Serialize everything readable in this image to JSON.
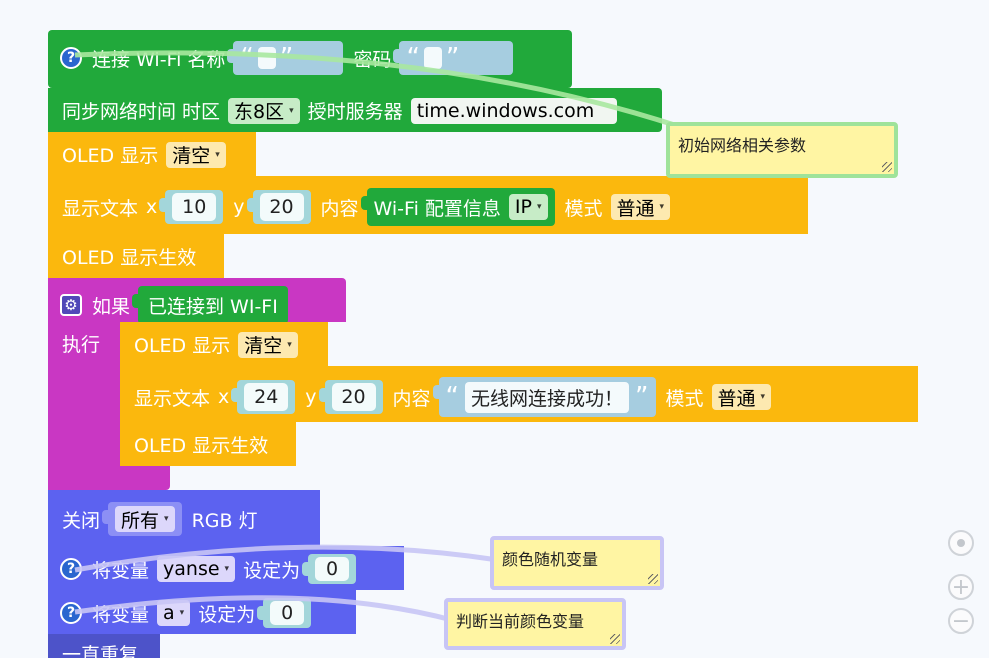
{
  "wifi": {
    "label": "连接 Wi-Fi 名称",
    "ssid_open": "“",
    "ssid_close": "”",
    "password_label": "密码",
    "pwd_open": "“",
    "pwd_close": "”"
  },
  "ntp": {
    "label": "同步网络时间 时区",
    "timezone": "东8区",
    "server_label": "授时服务器",
    "server": "time.windows.com"
  },
  "oled_clear_1": {
    "label": "OLED 显示",
    "mode": "清空"
  },
  "text_1": {
    "label": "显示文本",
    "x_label": "x",
    "x": "10",
    "y_label": "y",
    "y": "20",
    "content_label": "内容",
    "wifi_info": "Wi-Fi 配置信息",
    "info_type": "IP",
    "mode_label": "模式",
    "mode": "普通"
  },
  "oled_show_1": {
    "label": "OLED 显示生效"
  },
  "if_block": {
    "if_label": "如果",
    "condition": "已连接到 WI-FI",
    "do_label": "执行"
  },
  "oled_clear_2": {
    "label": "OLED 显示",
    "mode": "清空"
  },
  "text_2": {
    "label": "显示文本",
    "x_label": "x",
    "x": "24",
    "y_label": "y",
    "y": "20",
    "content_label": "内容",
    "quote_open": "“",
    "text": "无线网连接成功！",
    "quote_close": "”",
    "mode_label": "模式",
    "mode": "普通"
  },
  "oled_show_2": {
    "label": "OLED 显示生效"
  },
  "rgb": {
    "label": "关闭",
    "target": "所有",
    "suffix": "RGB 灯"
  },
  "var1": {
    "label": "将变量",
    "name": "yanse",
    "set_label": "设定为",
    "value": "0"
  },
  "var2": {
    "label": "将变量",
    "name": "a",
    "set_label": "设定为",
    "value": "0"
  },
  "loop": {
    "label": "一直重复"
  },
  "comments": {
    "c1": "初始网络相关参数",
    "c2": "颜色随机变量",
    "c3": "判断当前颜色变量"
  },
  "icons": {
    "help": "?",
    "gear": "⚙",
    "arrow": "▾",
    "plus": "+",
    "minus": "−"
  },
  "colors": {
    "green": "#21a93b",
    "orange": "#fbb80d",
    "magenta": "#c937c3",
    "blue": "#5c62f0",
    "comment": "#fff5a3"
  }
}
